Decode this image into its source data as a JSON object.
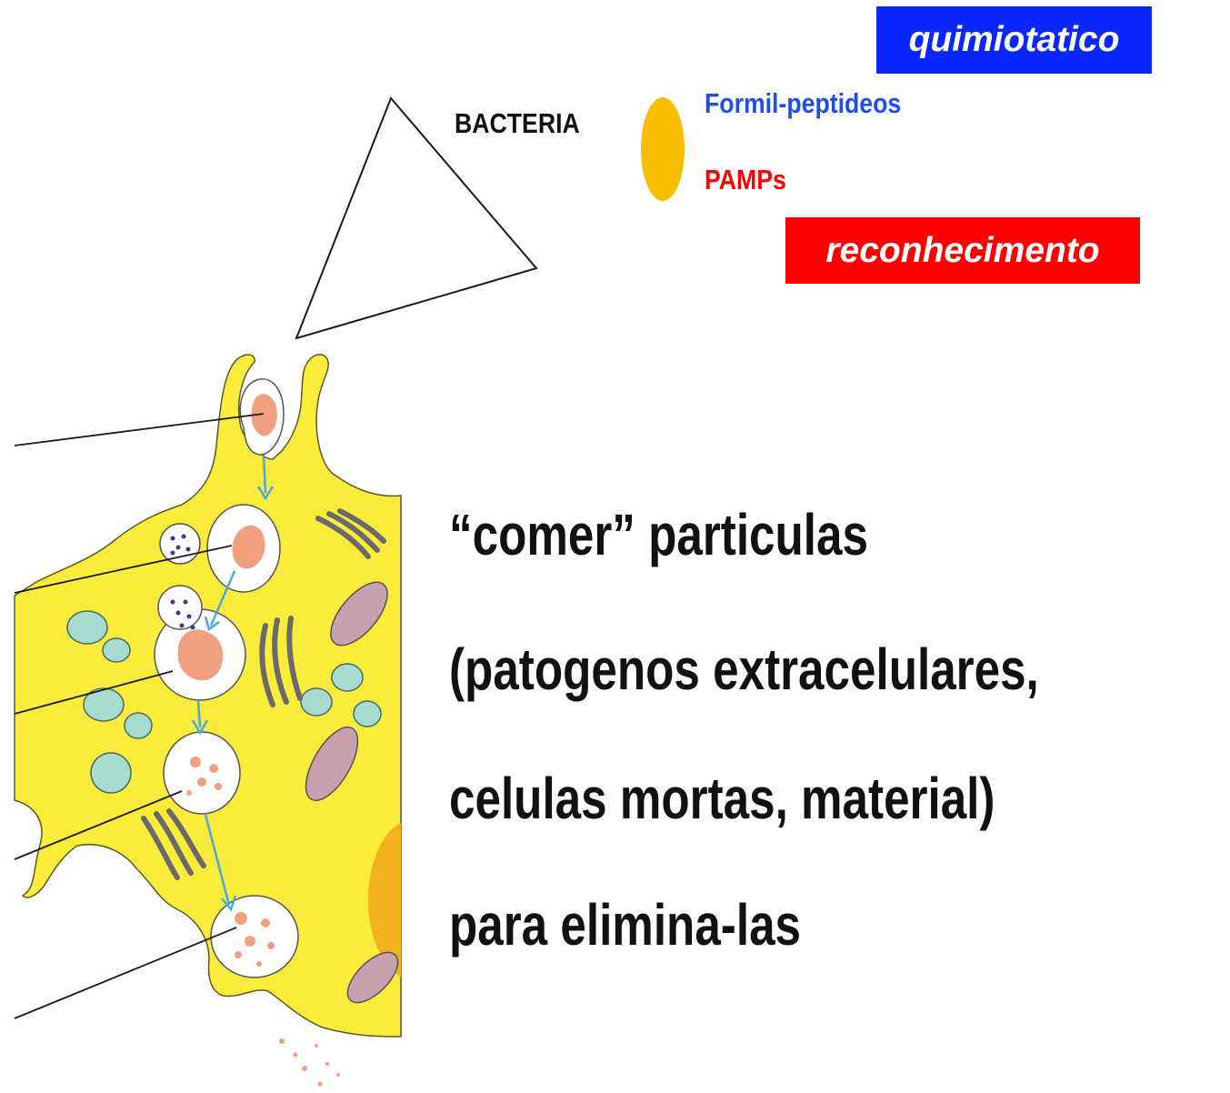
{
  "labels": {
    "bacteria": "BACTERIA",
    "formil": "Formil-peptideos",
    "pamps": "PAMPs"
  },
  "tags": {
    "quimiotatico": "quimiotatico",
    "reconhecimento": "reconhecimento"
  },
  "description": {
    "line1": "“comer” particulas",
    "line2": "(patogenos extracelulares,",
    "line3": "celulas mortas, material)",
    "line4": "para elimina-las"
  },
  "colors": {
    "quimiotatico_bg": "#0a27ff",
    "reconhecimento_bg": "#ff0000",
    "formil_text": "#1f4ef0",
    "pamps_text": "#ff0000",
    "bacteria_fill": "#f9be00",
    "cell_fill": "#fbec3c"
  }
}
